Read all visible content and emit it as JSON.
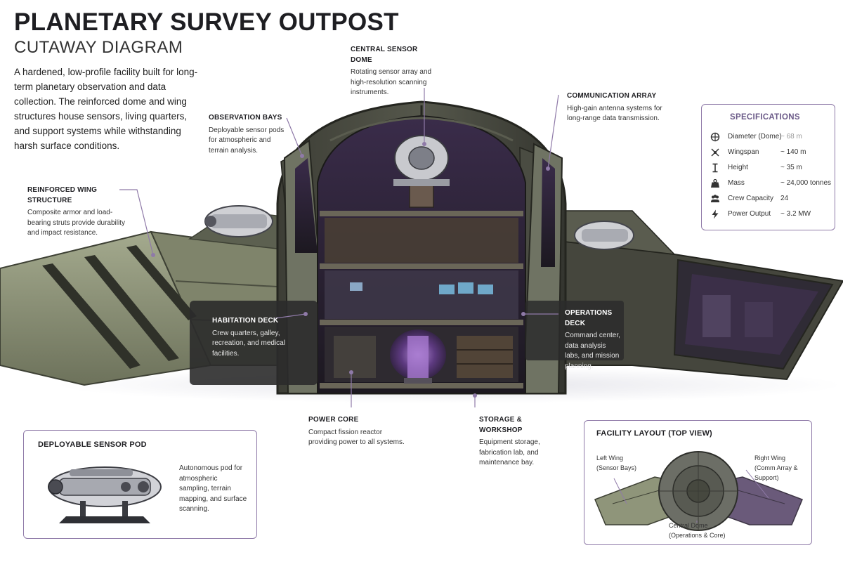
{
  "header": {
    "title": "PLANETARY SURVEY OUTPOST",
    "subtitle": "CUTAWAY DIAGRAM",
    "intro": "A hardened, low-profile facility built for long-term planetary observation and data collection. The reinforced dome and wing structures house sensors, living quarters, and support systems while withstanding harsh surface conditions."
  },
  "callouts": {
    "central_sensor_dome": {
      "title": "CENTRAL SENSOR DOME",
      "text": "Rotating sensor array and high-resolution scanning instruments."
    },
    "communication_array": {
      "title": "COMMUNICATION ARRAY",
      "text": "High-gain antenna systems for long-range data transmission."
    },
    "observation_bays": {
      "title": "OBSERVATION BAYS",
      "text": "Deployable sensor pods for atmospheric and terrain analysis."
    },
    "reinforced_wing": {
      "title": "REINFORCED WING STRUCTURE",
      "text": "Composite armor and load-bearing struts provide durability and impact resistance."
    },
    "habitation_deck": {
      "title": "HABITATION DECK",
      "text": "Crew quarters, galley, recreation, and medical facilities."
    },
    "operations_deck": {
      "title": "OPERATIONS DECK",
      "text": "Command center, data analysis labs, and mission planning."
    },
    "power_core": {
      "title": "POWER CORE",
      "text": "Compact fission reactor providing power to all systems."
    },
    "storage_workshop": {
      "title": "STORAGE & WORKSHOP",
      "text": "Equipment storage, fabrication lab, and maintenance bay."
    }
  },
  "specs": {
    "title": "SPECIFICATIONS",
    "rows": [
      {
        "label": "Diameter (Dome)",
        "value": "~ 68 m",
        "icon": "diameter-icon"
      },
      {
        "label": "Wingspan",
        "value": "~ 140 m",
        "icon": "wingspan-icon"
      },
      {
        "label": "Height",
        "value": "~ 35 m",
        "icon": "height-icon"
      },
      {
        "label": "Mass",
        "value": "~ 24,000 tonnes",
        "icon": "weight-icon"
      },
      {
        "label": "Crew Capacity",
        "value": "24",
        "icon": "crew-icon"
      },
      {
        "label": "Power Output",
        "value": "~ 3.2 MW",
        "icon": "lightning-icon"
      }
    ]
  },
  "pod": {
    "title": "DEPLOYABLE SENSOR POD",
    "text": "Autonomous pod for atmospheric sampling, terrain mapping, and surface scanning."
  },
  "layout": {
    "title": "FACILITY LAYOUT (TOP VIEW)",
    "left_wing": "Left Wing\n(Sensor Bays)",
    "right_wing": "Right Wing\n(Comm Array &\nSupport)",
    "central_dome": "Central Dome\n(Operations & Core)"
  },
  "colors": {
    "accent": "#8f7aa8",
    "armor": "#8f957a",
    "interior_glow": "#7a4fa6"
  }
}
